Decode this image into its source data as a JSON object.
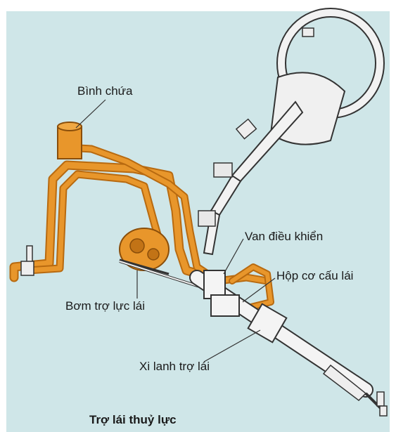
{
  "labels": {
    "reservoir": "Bình chứa",
    "control_valve": "Van điều khiển",
    "steering_gearbox": "Hộp cơ cấu lái",
    "power_pump": "Bơm trợ lực lái",
    "power_cylinder": "Xi lanh trợ lái"
  },
  "caption": "Trợ lái thuỷ lực",
  "colors": {
    "background": "#cfe6e8",
    "hose": "#e8962b",
    "hose_dark": "#b86a10",
    "metal": "#eeeeee",
    "outline": "#333333"
  }
}
